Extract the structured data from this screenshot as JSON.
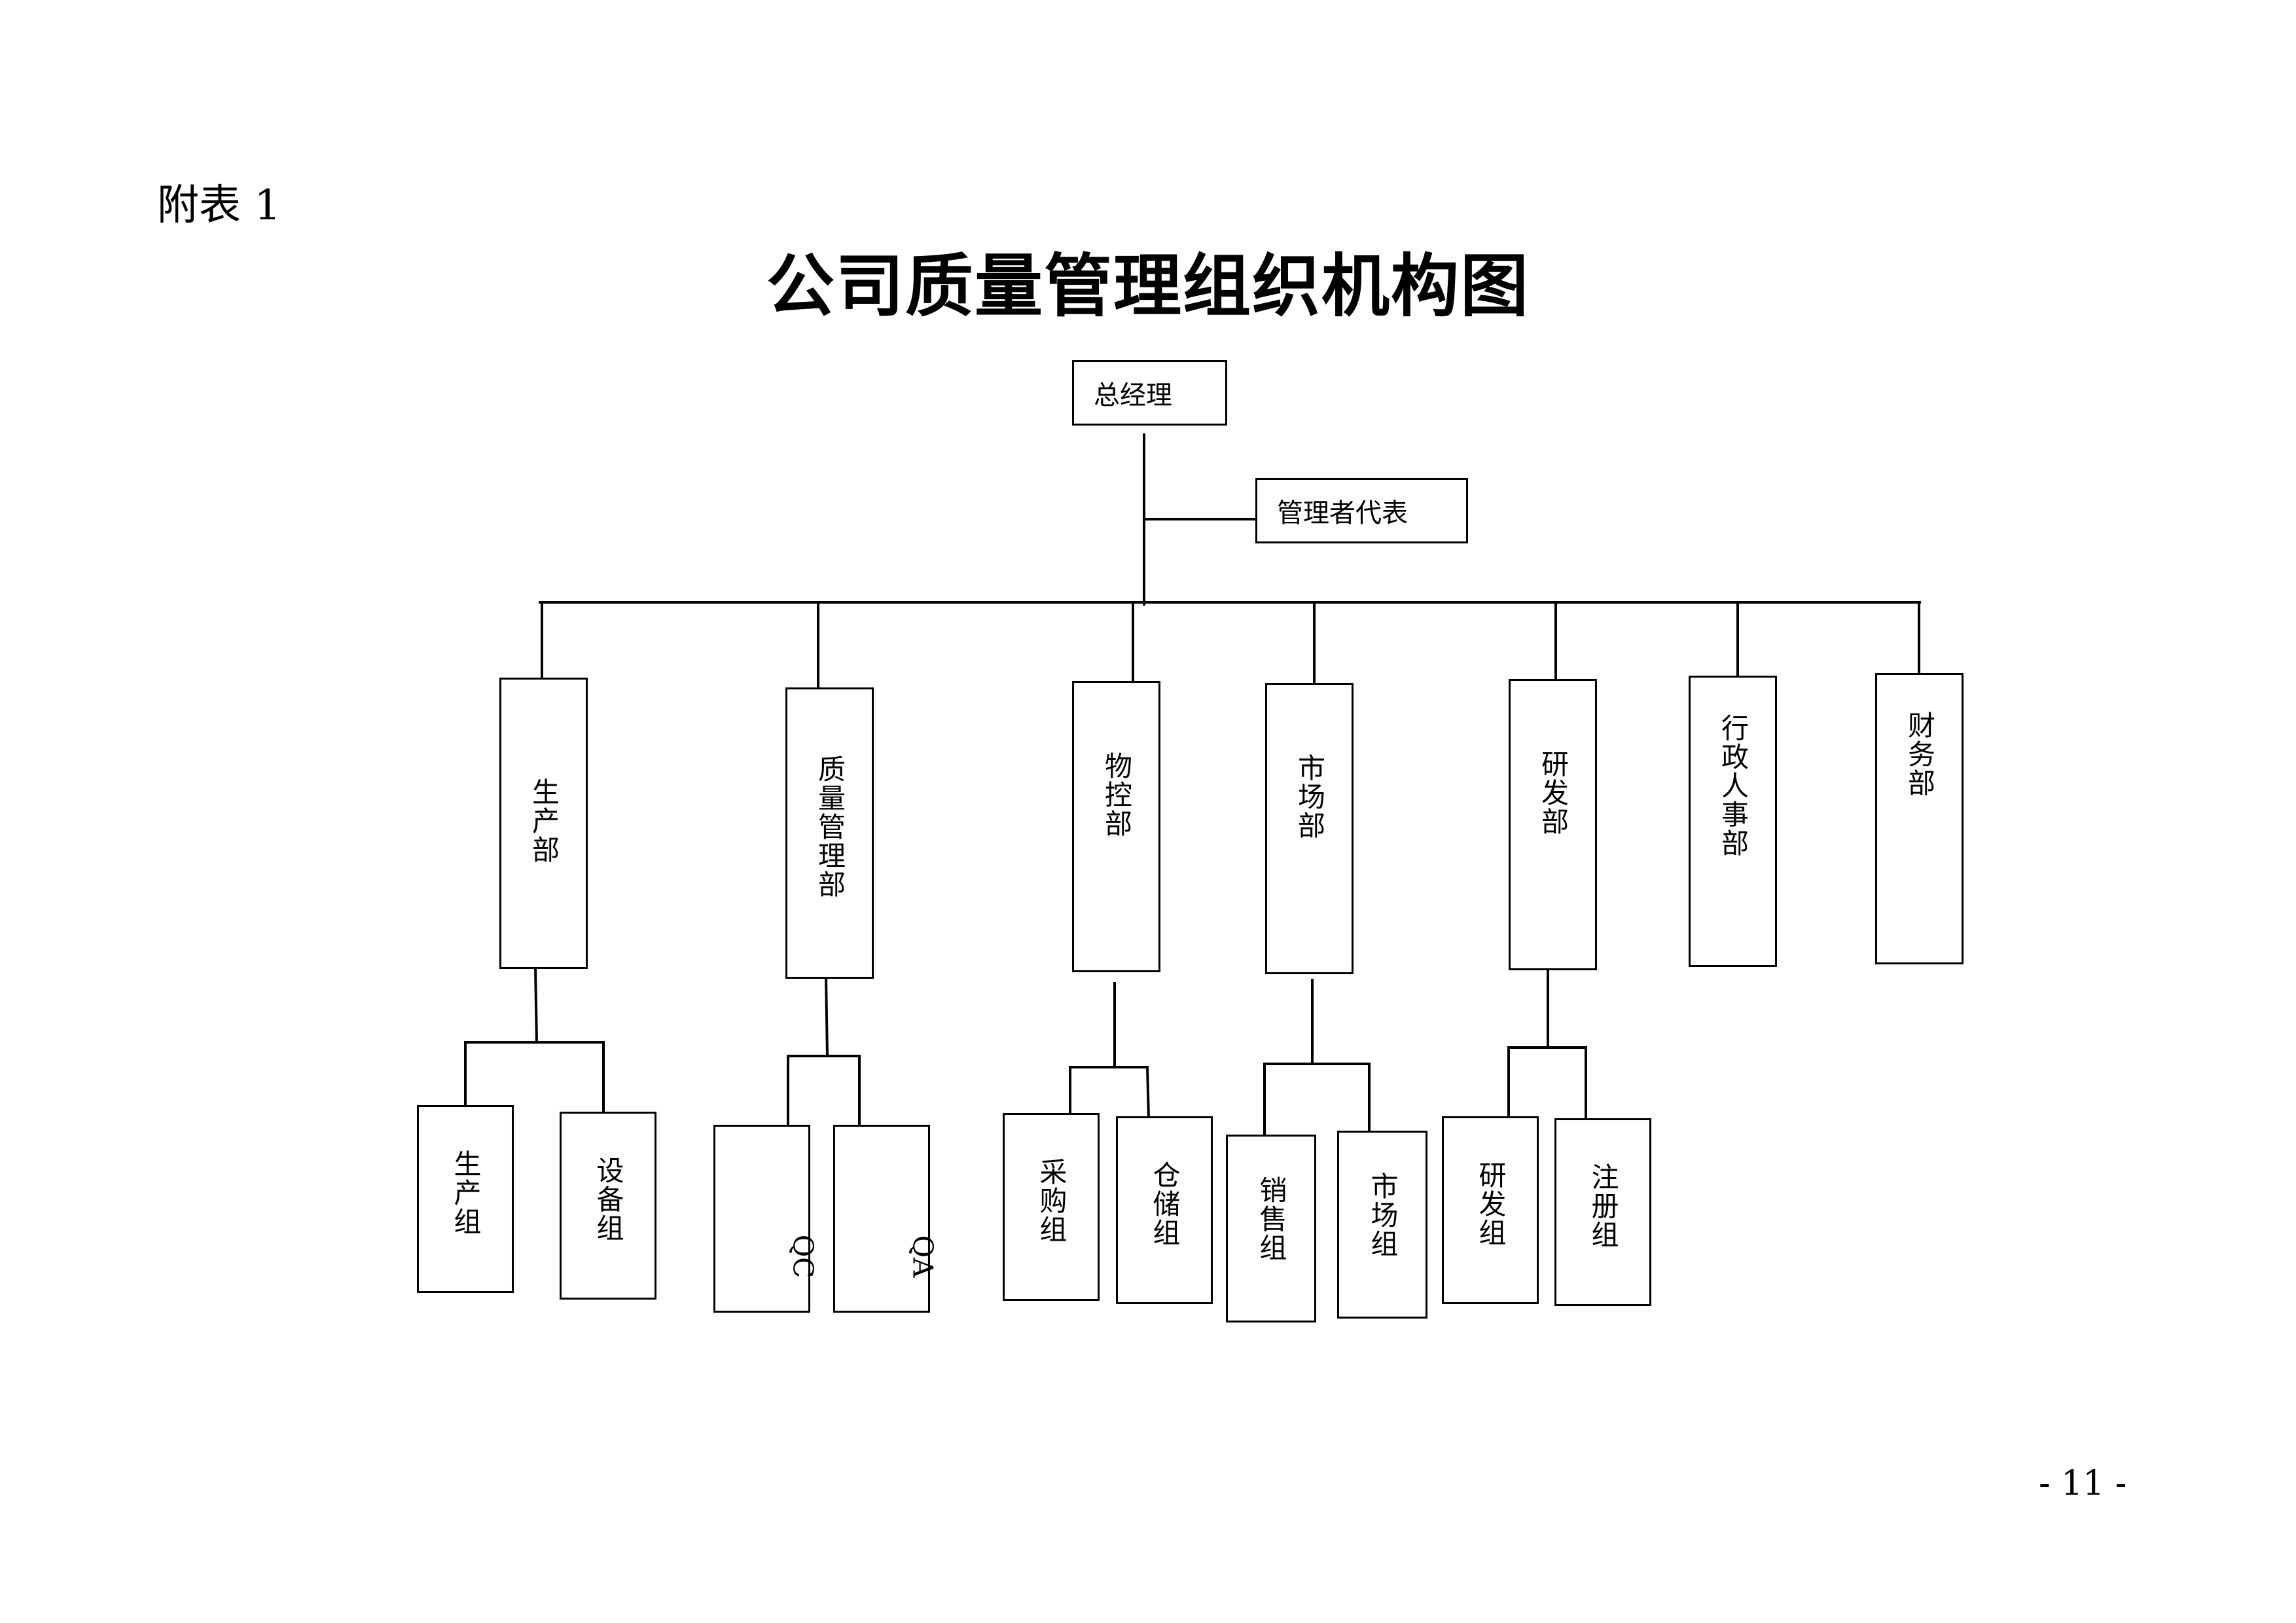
{
  "appendix_label": "附表 1",
  "title": "公司质量管理组织机构图",
  "page_number": "- 11 -",
  "chart": {
    "top": "总经理",
    "representative": "管理者代表",
    "departments": [
      "生产部",
      "质量管理部",
      "物控部",
      "市场部",
      "研发部",
      "行政人事部",
      "财务部"
    ],
    "groups": {
      "production": [
        "生产组",
        "设备组"
      ],
      "quality": [
        "QC",
        "QA"
      ],
      "materials": [
        "采购组",
        "仓储组"
      ],
      "market": [
        "销售组",
        "市场组"
      ],
      "rnd": [
        "研发组",
        "注册组"
      ]
    }
  }
}
